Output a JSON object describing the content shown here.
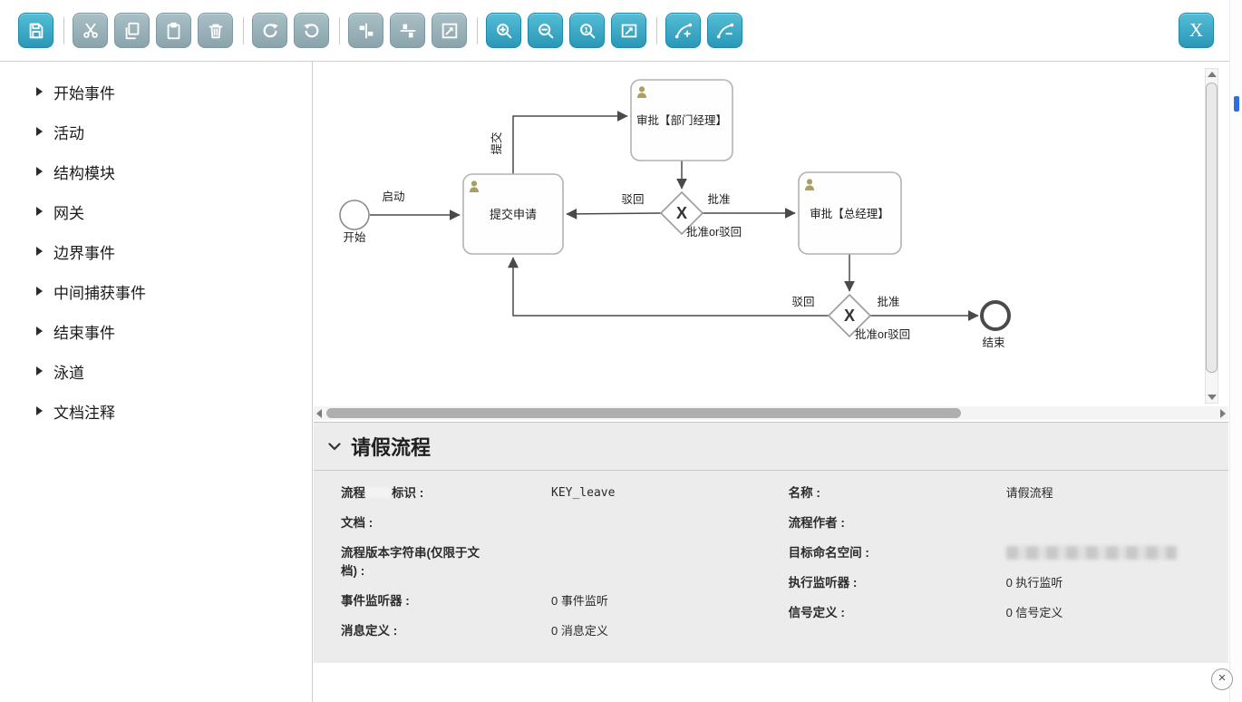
{
  "window": {
    "close_glyph": "×"
  },
  "toolbar": {
    "close_label": "X",
    "icons": [
      "save-icon",
      "cut-icon",
      "copy-icon",
      "paste-icon",
      "delete-icon",
      "redo-icon",
      "undo-icon",
      "distribute-horizontal-icon",
      "distribute-vertical-icon",
      "resize-icon",
      "zoom-in-icon",
      "zoom-out-icon",
      "zoom-actual-icon",
      "zoom-fit-icon",
      "add-bendpoint-icon",
      "remove-bendpoint-icon"
    ]
  },
  "palette": {
    "items": [
      {
        "label": "开始事件"
      },
      {
        "label": "活动"
      },
      {
        "label": "结构模块"
      },
      {
        "label": "网关"
      },
      {
        "label": "边界事件"
      },
      {
        "label": "中间捕获事件"
      },
      {
        "label": "结束事件"
      },
      {
        "label": "泳道"
      },
      {
        "label": "文档注释"
      }
    ]
  },
  "diagram": {
    "start": {
      "label": "开始"
    },
    "end": {
      "label": "结束"
    },
    "tasks": {
      "submit": "提交申请",
      "dept_manager": "审批【部门经理】",
      "general_manager": "审批【总经理】"
    },
    "gateways": {
      "marker": "X",
      "gw1_label": "批准or驳回",
      "gw2_label": "批准or驳回"
    },
    "flows": {
      "start": "启动",
      "submit": "提交",
      "reject1": "驳回",
      "approve1": "批准",
      "reject2": "驳回",
      "approve2": "批准"
    }
  },
  "properties": {
    "title": "请假流程",
    "left": [
      {
        "label_pre": "流程",
        "label_post": "标识 :",
        "value": "KEY_leave"
      },
      {
        "label": "文档 :",
        "value": ""
      },
      {
        "label": "流程版本字符串(仅限于文档) :",
        "value": ""
      },
      {
        "label": "事件监听器 :",
        "value": "0 事件监听"
      },
      {
        "label": "消息定义 :",
        "value": "0 消息定义"
      }
    ],
    "right": [
      {
        "label": "名称 :",
        "value": "请假流程"
      },
      {
        "label": "流程作者 :",
        "value": ""
      },
      {
        "label": "目标命名空间 :",
        "value": ""
      },
      {
        "label": "执行监听器 :",
        "value": "0 执行监听"
      },
      {
        "label": "信号定义 :",
        "value": "0 信号定义"
      }
    ]
  }
}
